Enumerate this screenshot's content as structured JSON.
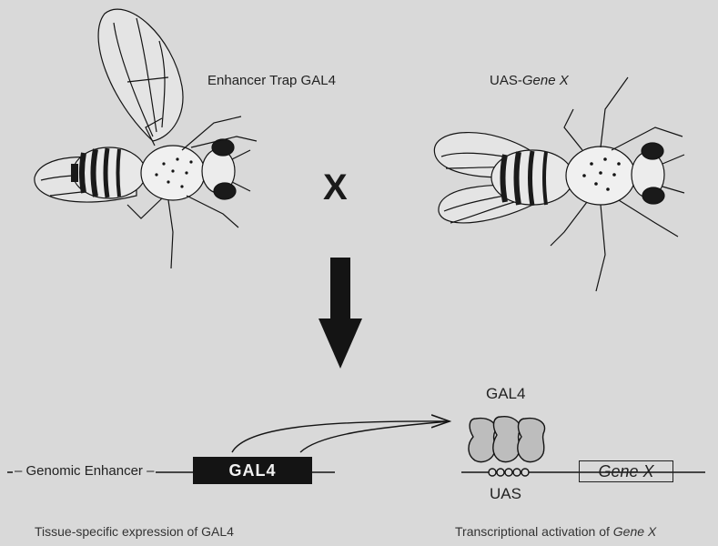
{
  "cross": {
    "left_fly_label": "Enhancer Trap GAL4",
    "right_fly_label_prefix": "UAS-",
    "right_fly_label_gene": "Gene X",
    "cross_symbol": "X"
  },
  "construct_left": {
    "enhancer_label": "– Genomic Enhancer –",
    "gal4_box_label": "GAL4",
    "caption": "Tissue-specific expression of GAL4"
  },
  "construct_right": {
    "gal4_protein_label": "GAL4",
    "uas_label": "UAS",
    "gene_box_label": "Gene X",
    "caption_prefix": "Transcriptional activation of ",
    "caption_gene": "Gene X"
  },
  "colors": {
    "background": "#d9d9d9",
    "ink": "#141414",
    "protein_fill": "#bdbdbd"
  }
}
